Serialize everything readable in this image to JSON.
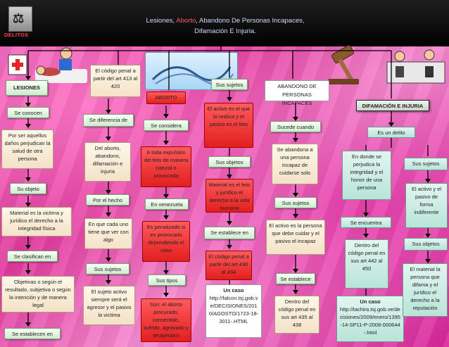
{
  "header": {
    "title_a": "Lesiones, ",
    "title_b": "Aborto",
    "title_c": ", Abandono De Personas Incapaces,",
    "title_d": "Difamación E Injuria.",
    "delitos": "DELITOS"
  },
  "lesiones": {
    "title": "LESIONES",
    "codigo": "El código penal a partir del art 413 al 420",
    "se_conocen": "Se conocen",
    "def": "Por ser aquellos daños perjudican la salud de otra persona",
    "su_objeto": "Su objeto",
    "objeto": "Material es la victima y jurídico el derecho a la integridad física",
    "se_clasifican": "Se clasifican en",
    "clasif": "Objetivas o según el resultado, subjetiva o según la intención y de manera legal",
    "se_establecen": "Se establecen en"
  },
  "diferencia": {
    "label": "Se diferencia de",
    "text": "Del aborto, abandono, difamación e injuria",
    "por_hecho": "Por el hecho",
    "hecho": "En que cada uno tiene que ver con algo",
    "sus_sujetos": "Sus sujetos",
    "sujetos": "El sujeto activo siempre será el agresor y el pasivo la victima"
  },
  "aborto": {
    "title": "ABORTO",
    "se_considera": "Se considera",
    "def": "A toda expulsión del feto de manera natural o provocada",
    "venezuela": "En venezuela",
    "penalizado": "Es penalizado si es provocado dependiendo el caso",
    "sus_tipos": "Sus tipos",
    "tipos": "Son: el aborto procurado, consentido, sufrido, agravado y terapéutico"
  },
  "sujetos_col": {
    "label": "Sus sujetos",
    "text": "El activo es el que lo realiza y el pasivo es el feto",
    "sus_objetos": "Sus objetos",
    "objetos": "Material es el feto y jurídico el derecho a la vida humana",
    "se_establece": "Se establece en",
    "codigo": "El código penal a partir del art 430 al 434",
    "caso_label": "Un caso",
    "caso_url": "http://falcon.tsj.gob.ve/DECISIONES/2010/AGOSTO/1723-18-3011-.HTML"
  },
  "abandono": {
    "title": "ABANDONO DE PERSONAS INCAPACES",
    "sucede": "Sucede cuando",
    "def": "Se abandona a una persona incapaz de cuidarse solo",
    "sus_sujetos": "Sus sujetos",
    "sujetos": "El activo es la persona que debe cuidar y el pasivo el incapaz",
    "se_establece": "Se establece",
    "codigo": "Dentro del código penal en sus art 435 al 438"
  },
  "difamacion": {
    "title": "DIFAMACIÓN E INJURIA",
    "es_delito": "Es un delito",
    "def": "En donde se perjudica la integridad y el honor de una persona",
    "se_encuentra": "Se encuentra",
    "codigo": "Dentro del código penal en sus art 442 al 450",
    "caso_label": "Un caso",
    "caso_url": "http://tachira.tsj.gob.ve/decisiones/2009/enero/1395-14-SP11-P-2008-000644-.html",
    "sus_sujetos": "Sus sujetos",
    "sujetos": "El activo y el pasivo de forma indiferente",
    "sus_objetos": "Sus objetos",
    "objetos": "El material la persona que difama y el jurídico el derecho a la reputación"
  },
  "icons": [
    "logo-icon",
    "gavel-icon",
    "injured-person-icon",
    "hospital-icon",
    "newspaper-icon",
    "courtroom-icon"
  ]
}
